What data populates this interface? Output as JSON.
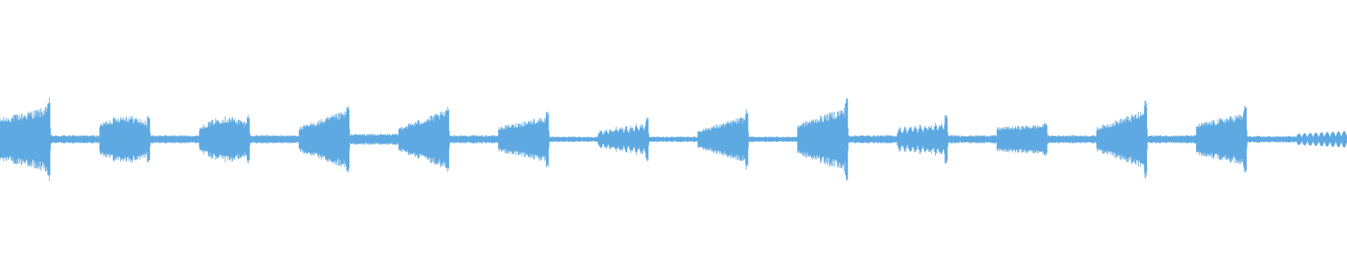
{
  "waveform": {
    "color": "#5ea9e2",
    "background": "#ffffff",
    "segments": [
      {
        "shape": "loud",
        "start_amp": 0.07,
        "end_amp": 0.11,
        "peak": 0.15
      },
      {
        "shape": "quiet",
        "amp": 0.015
      },
      {
        "shape": "swell",
        "start_amp": 0.05,
        "end_amp": 0.05,
        "peak": 0.09
      },
      {
        "shape": "quiet",
        "amp": 0.015
      },
      {
        "shape": "swell",
        "start_amp": 0.04,
        "end_amp": 0.05,
        "peak": 0.09
      },
      {
        "shape": "quiet",
        "amp": 0.015
      },
      {
        "shape": "ramp",
        "start_amp": 0.04,
        "end_amp": 0.1,
        "peak": 0.12
      },
      {
        "shape": "quiet",
        "amp": 0.02
      },
      {
        "shape": "ramp",
        "start_amp": 0.04,
        "end_amp": 0.1,
        "peak": 0.12
      },
      {
        "shape": "quiet",
        "amp": 0.015
      },
      {
        "shape": "ramp",
        "start_amp": 0.04,
        "end_amp": 0.08,
        "peak": 0.1
      },
      {
        "shape": "quiet",
        "amp": 0.01
      },
      {
        "shape": "buzz",
        "start_amp": 0.03,
        "end_amp": 0.06,
        "peak": 0.08
      },
      {
        "shape": "quiet",
        "amp": 0.01
      },
      {
        "shape": "ramp",
        "start_amp": 0.03,
        "end_amp": 0.08,
        "peak": 0.11
      },
      {
        "shape": "quiet",
        "amp": 0.01
      },
      {
        "shape": "loud",
        "start_amp": 0.05,
        "end_amp": 0.11,
        "peak": 0.15
      },
      {
        "shape": "quiet",
        "amp": 0.015
      },
      {
        "shape": "buzz",
        "start_amp": 0.04,
        "end_amp": 0.06,
        "peak": 0.09
      },
      {
        "shape": "quiet",
        "amp": 0.015
      },
      {
        "shape": "flat",
        "start_amp": 0.04,
        "end_amp": 0.05,
        "peak": 0.06
      },
      {
        "shape": "quiet",
        "amp": 0.015
      },
      {
        "shape": "ramp",
        "start_amp": 0.04,
        "end_amp": 0.1,
        "peak": 0.14
      },
      {
        "shape": "quiet",
        "amp": 0.015
      },
      {
        "shape": "ramp",
        "start_amp": 0.05,
        "end_amp": 0.09,
        "peak": 0.12
      },
      {
        "shape": "quiet",
        "amp": 0.012
      },
      {
        "shape": "pulses",
        "start_amp": 0.02,
        "end_amp": 0.03,
        "peak": 0.03
      }
    ]
  }
}
